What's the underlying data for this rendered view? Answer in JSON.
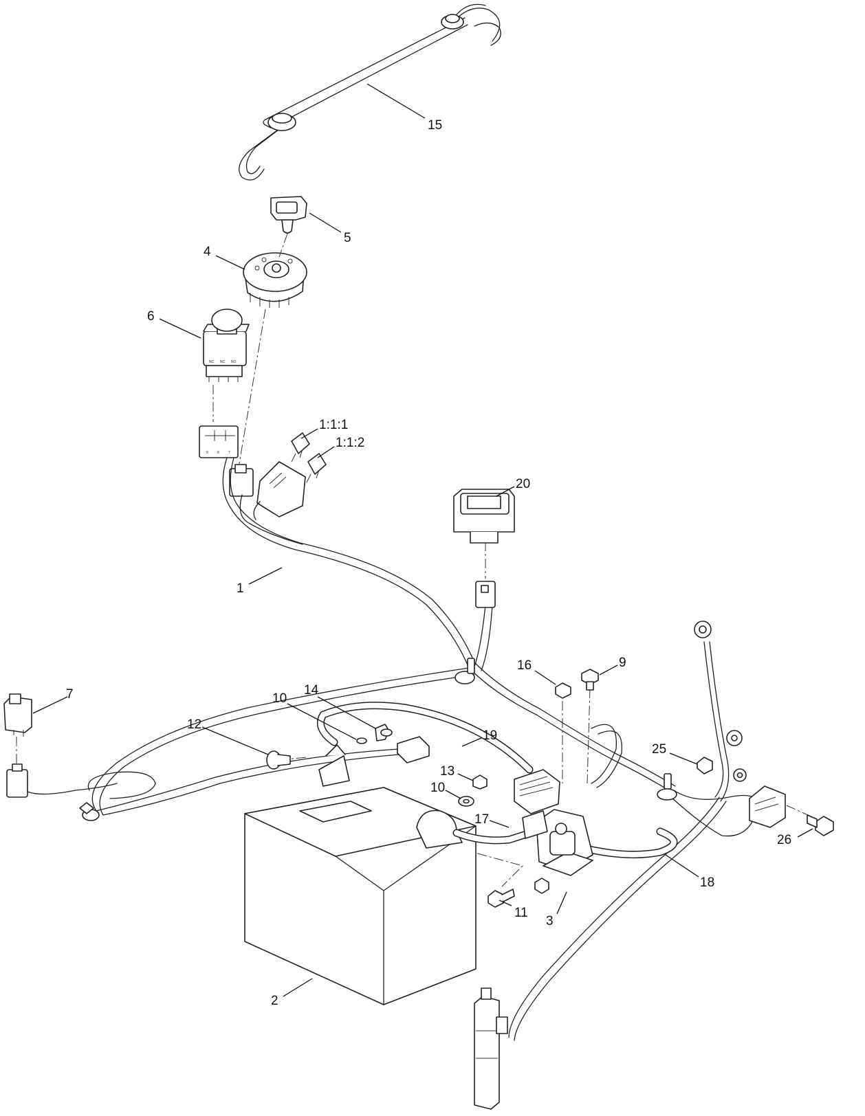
{
  "callouts": [
    {
      "label": "15"
    },
    {
      "label": "5"
    },
    {
      "label": "4"
    },
    {
      "label": "6"
    },
    {
      "label": "1:1:1"
    },
    {
      "label": "1:1:2"
    },
    {
      "label": "20"
    },
    {
      "label": "1"
    },
    {
      "label": "16"
    },
    {
      "label": "9"
    },
    {
      "label": "7"
    },
    {
      "label": "14"
    },
    {
      "label": "10"
    },
    {
      "label": "12"
    },
    {
      "label": "19"
    },
    {
      "label": "25"
    },
    {
      "label": "13"
    },
    {
      "label": "10"
    },
    {
      "label": "17"
    },
    {
      "label": "26"
    },
    {
      "label": "18"
    },
    {
      "label": "11"
    },
    {
      "label": "3"
    },
    {
      "label": "2"
    }
  ],
  "switch_markings": [
    "NC",
    "NC",
    "NO"
  ],
  "connector_markings": [
    "9",
    "8",
    "7"
  ]
}
